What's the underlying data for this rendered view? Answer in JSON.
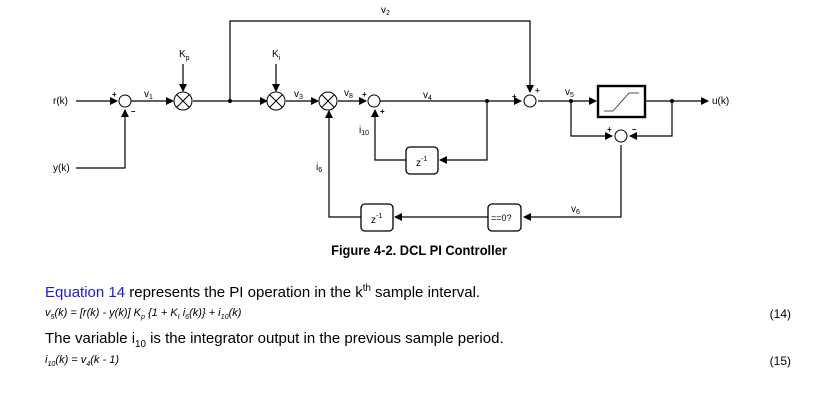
{
  "diagram": {
    "signals": {
      "r": "r(k)",
      "y": "y(k)",
      "u": "u(k)",
      "v1": {
        "base": "v",
        "sub": "1"
      },
      "v2": {
        "base": "v",
        "sub": "2"
      },
      "v3": {
        "base": "v",
        "sub": "3"
      },
      "v4": {
        "base": "v",
        "sub": "4"
      },
      "v5": {
        "base": "v",
        "sub": "5"
      },
      "v6": {
        "base": "v",
        "sub": "6"
      },
      "v8": {
        "base": "v",
        "sub": "8"
      },
      "i6": {
        "base": "i",
        "sub": "6"
      },
      "i10": {
        "base": "i",
        "sub": "10"
      }
    },
    "gains": {
      "kp": {
        "base": "K",
        "sub": "p"
      },
      "ki": {
        "base": "K",
        "sub": "i"
      }
    },
    "blocks": {
      "delay_base": "z",
      "delay_exp": "-1",
      "zero_check": "==0?"
    },
    "signs": {
      "plus": "+",
      "minus": "–"
    }
  },
  "caption": "Figure 4-2. DCL PI Controller",
  "text": {
    "para1_link": "Equation 14",
    "para1_a": " represents the PI operation in the k",
    "para1_sup": "th",
    "para1_b": " sample interval.",
    "para2_a": "The variable i",
    "para2_sub": "10",
    "para2_b": " is the integrator output in the previous sample period."
  },
  "equations": [
    {
      "number": "(14)",
      "parts": [
        "v",
        "5",
        "(k) = [r(k) - y(k)] K",
        "p",
        " {1 + K",
        "I",
        " i",
        "6",
        "(k)} + i",
        "10",
        "(k)"
      ]
    },
    {
      "number": "(15)",
      "parts": [
        "i",
        "10",
        "(k) = v",
        "4",
        "(k - 1)"
      ]
    }
  ],
  "colors": {
    "link": "#1a1ad6",
    "ink": "#000000"
  }
}
